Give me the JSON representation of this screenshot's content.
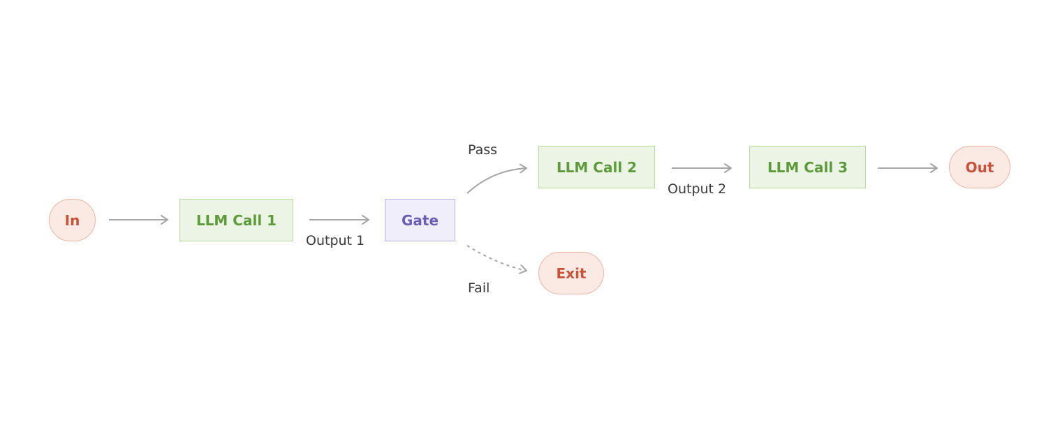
{
  "nodes": {
    "in": "In",
    "llm_call_1": "LLM Call 1",
    "gate": "Gate",
    "llm_call_2": "LLM Call 2",
    "llm_call_3": "LLM Call 3",
    "out": "Out",
    "exit": "Exit"
  },
  "edge_labels": {
    "output_1": "Output 1",
    "pass": "Pass",
    "output_2": "Output 2",
    "fail": "Fail"
  },
  "colors": {
    "terminal_text": "#c8533a",
    "terminal_fill": "#fbe9e3",
    "llm_text": "#5c9a3a",
    "llm_fill": "#ecf4e6",
    "gate_text": "#6a5fb4",
    "gate_fill": "#f1eefb",
    "arrow": "#a6a6a6"
  }
}
